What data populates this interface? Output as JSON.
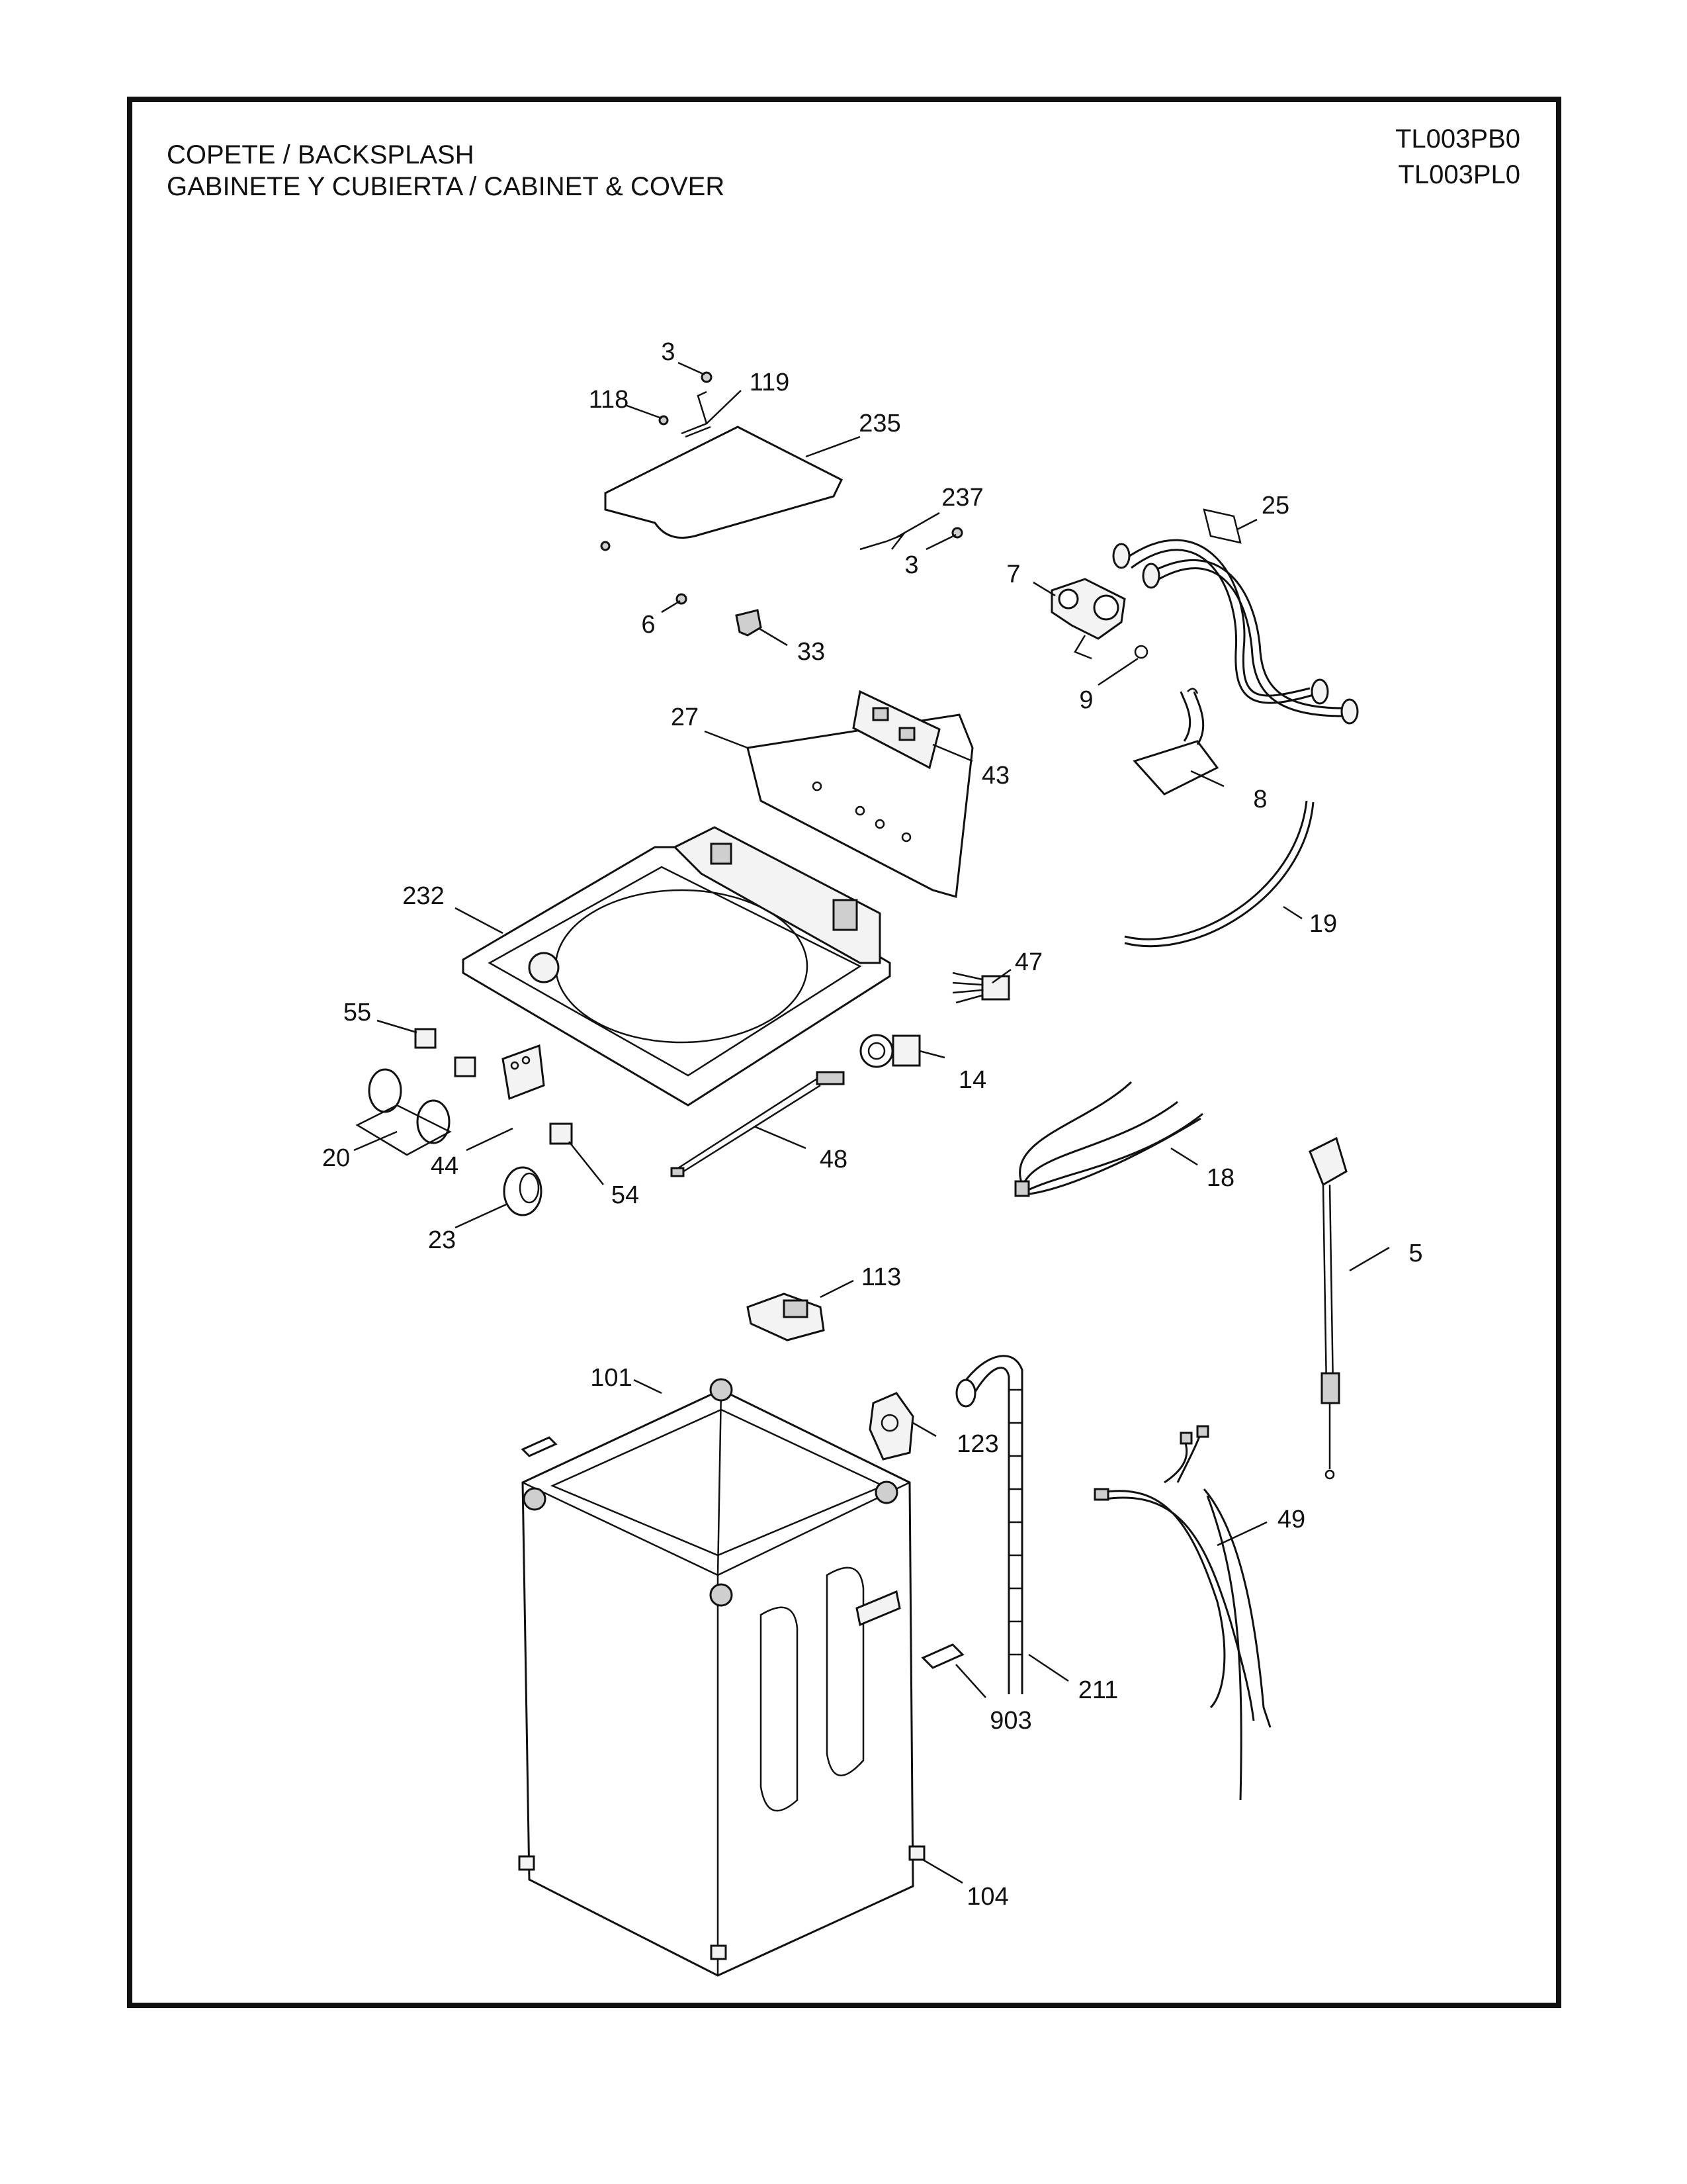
{
  "header": {
    "title_line1": "COPETE / BACKSPLASH",
    "title_line2": "GABINETE Y CUBIERTA / CABINET & COVER",
    "model_1": "TL003PB0",
    "model_2": "TL003PL0"
  },
  "callouts": {
    "c3a": "3",
    "c119": "119",
    "c118": "118",
    "c235": "235",
    "c237": "237",
    "c3b": "3",
    "c25": "25",
    "c7": "7",
    "c6": "6",
    "c33": "33",
    "c9": "9",
    "c27": "27",
    "c43": "43",
    "c8": "8",
    "c232": "232",
    "c19": "19",
    "c47": "47",
    "c55": "55",
    "c14": "14",
    "c20": "20",
    "c44": "44",
    "c48": "48",
    "c18": "18",
    "c54": "54",
    "c23": "23",
    "c5": "5",
    "c113": "113",
    "c101": "101",
    "c123": "123",
    "c49": "49",
    "c211": "211",
    "c903": "903",
    "c104": "104"
  }
}
